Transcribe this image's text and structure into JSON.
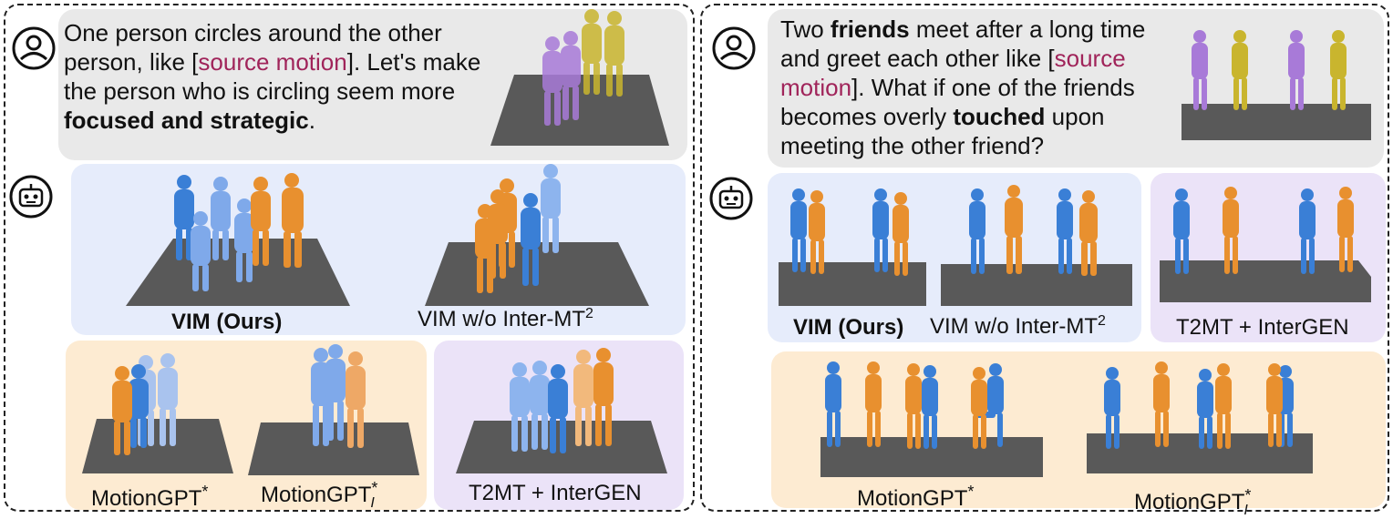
{
  "left": {
    "prompt": {
      "pre": "One person circles around the other person, like [",
      "source": "source motion",
      "mid": "].  Let's make the person who is circling seem more ",
      "bold": "focused and strategic",
      "post": "."
    },
    "labels": {
      "vim": "VIM (Ours)",
      "vim_wo": "VIM w/o Inter-MT",
      "vim_wo_sup": "2",
      "mgpt": "MotionGPT",
      "mgpt_sup": "*",
      "mgpti": "MotionGPT",
      "mgpti_sup": "*",
      "mgpti_sub": "I",
      "t2mt": "T2MT + InterGEN"
    }
  },
  "right": {
    "prompt": {
      "pre": "Two ",
      "bold1": "friends",
      "mid1": " meet after a long time and greet each other like [",
      "source": "source motion",
      "mid2": "]. What if one of the friends becomes overly ",
      "bold2": "touched",
      "post": " upon meeting the other friend?"
    },
    "labels": {
      "vim": "VIM (Ours)",
      "vim_wo": "VIM w/o Inter-MT",
      "vim_wo_sup": "2",
      "t2mt": "T2MT + InterGEN",
      "mgpt": "MotionGPT",
      "mgpt_sup": "*",
      "mgpti": "MotionGPT",
      "mgpti_sup": "*",
      "mgpti_sub": "I"
    }
  },
  "icons": {
    "user": "user-icon",
    "robot": "robot-icon"
  },
  "colors": {
    "source_text": "#a0245a",
    "figure_blue": "#3a86d8",
    "figure_orange": "#e8902f",
    "figure_purple": "#a87ad8",
    "figure_yellow": "#c9b52e",
    "floor": "#595959"
  }
}
